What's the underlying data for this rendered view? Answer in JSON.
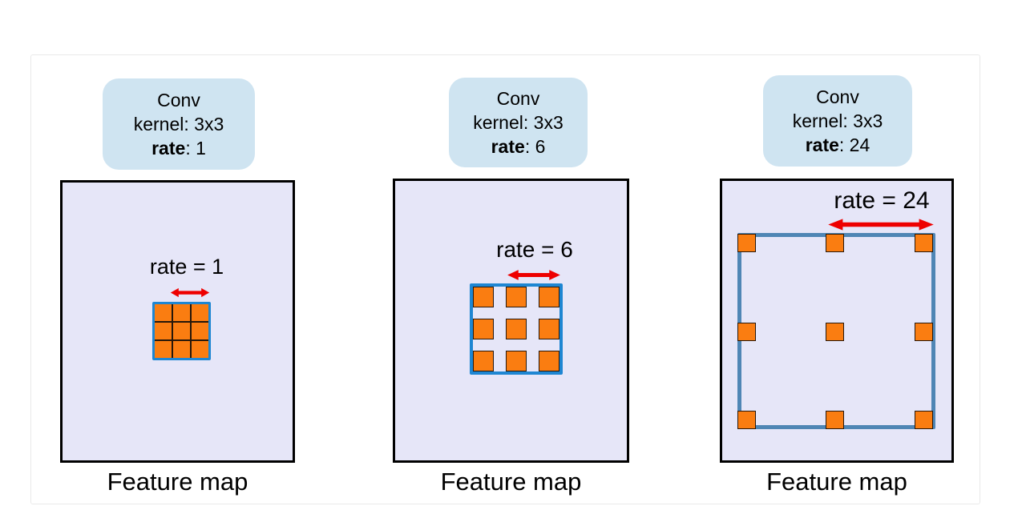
{
  "panels": [
    {
      "conv": {
        "line1": "Conv",
        "line2": "kernel: 3x3",
        "rate_word": "rate",
        "rate_rest": ": 1"
      },
      "rate_annotation": "rate = 1",
      "caption": "Feature map"
    },
    {
      "conv": {
        "line1": "Conv",
        "line2": "kernel: 3x3",
        "rate_word": "rate",
        "rate_rest": ": 6"
      },
      "rate_annotation": "rate = 6",
      "caption": "Feature map"
    },
    {
      "conv": {
        "line1": "Conv",
        "line2": "kernel: 3x3",
        "rate_word": "rate",
        "rate_rest": ": 24"
      },
      "rate_annotation": "rate = 24",
      "caption": "Feature map"
    }
  ],
  "colors": {
    "conv_label_bg": "#cfe4f1",
    "feature_map_bg": "#e6e6f8",
    "feature_map_border": "#000000",
    "kernel_orange": "#fa7d11",
    "kernel_blue": "#1e86d2",
    "kernel_blue_muted": "#4f86b5",
    "arrow_red": "#ee0000"
  }
}
